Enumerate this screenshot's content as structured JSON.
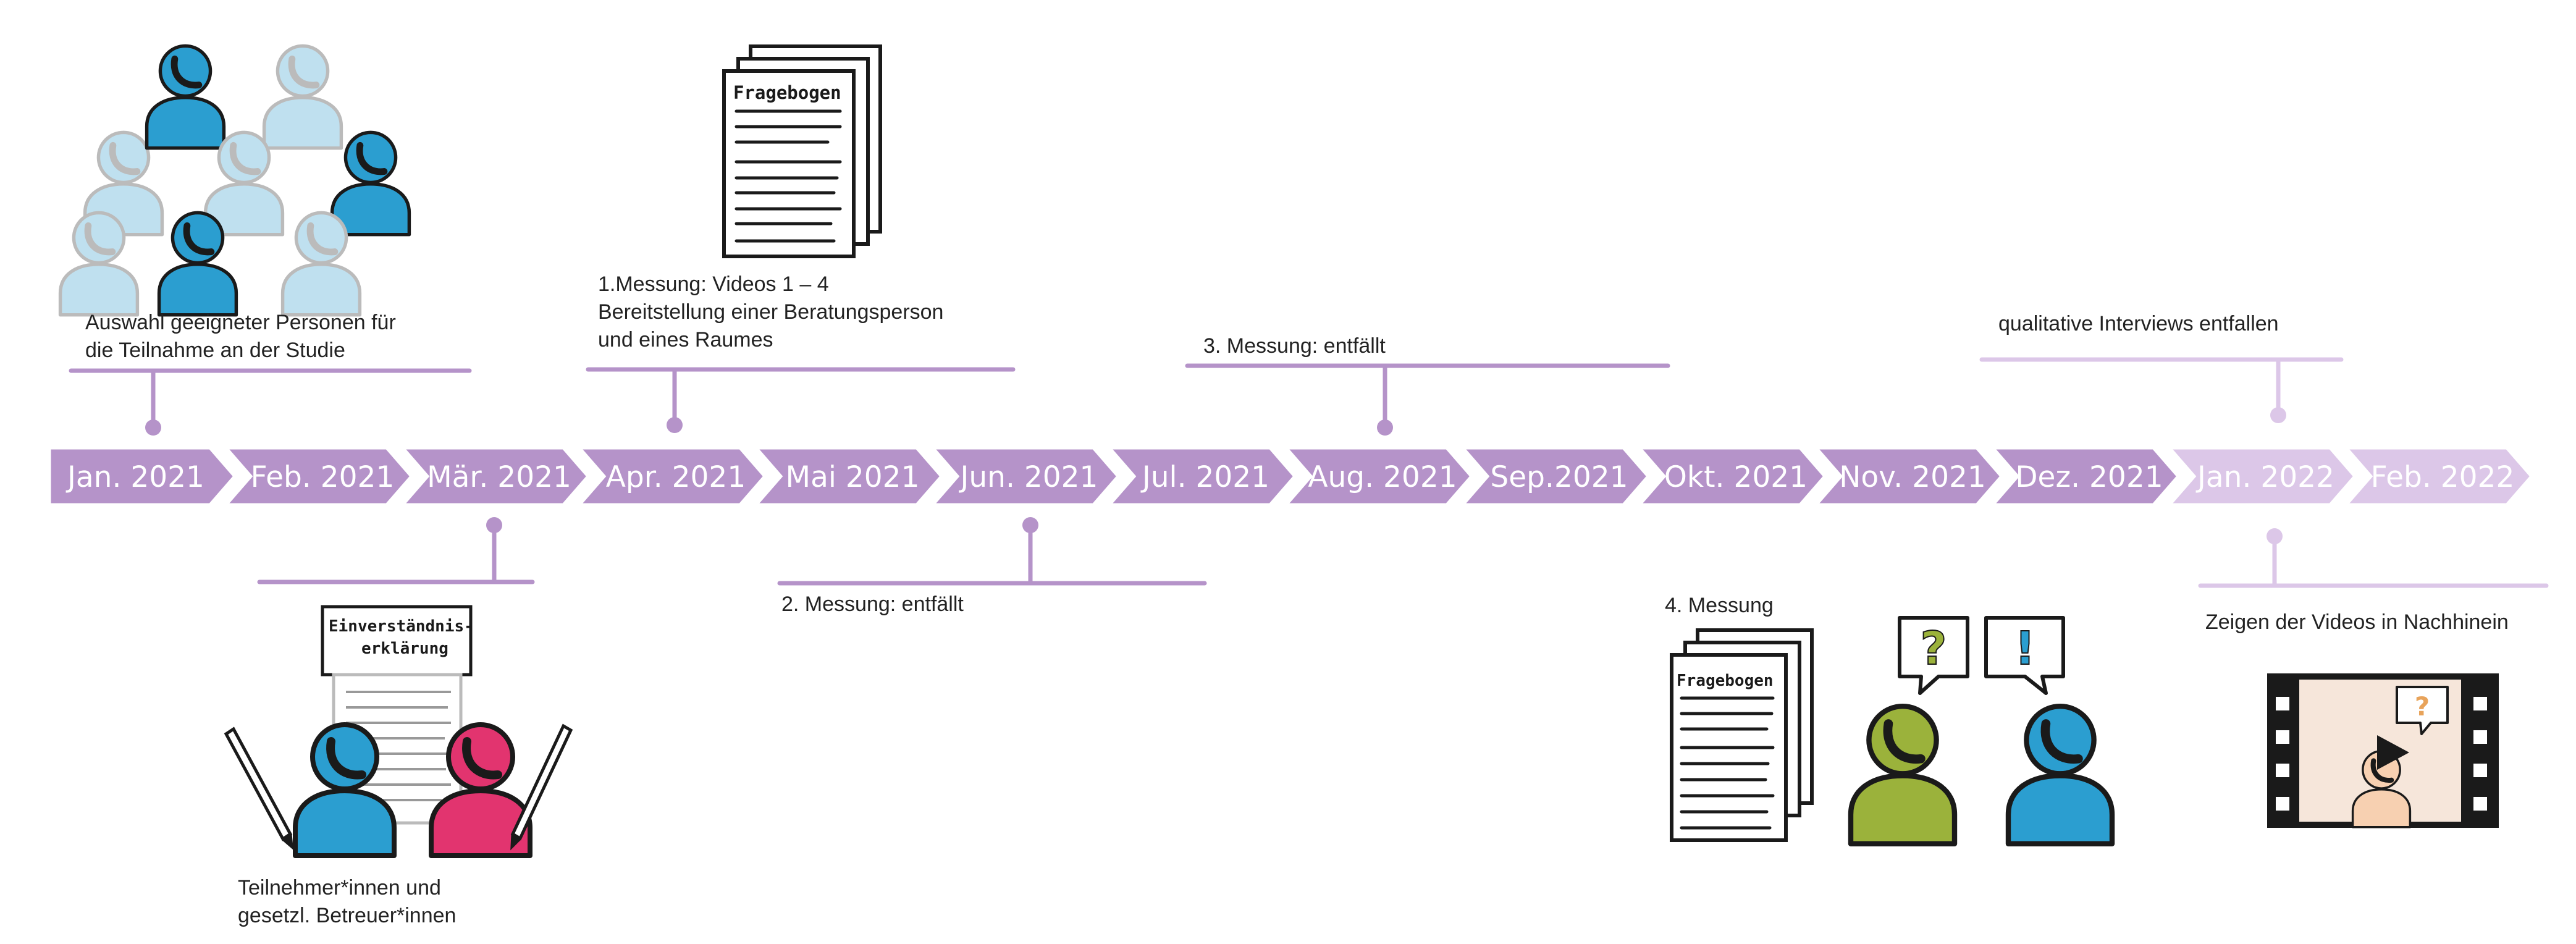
{
  "colors": {
    "purple": "#b593c9",
    "purple_light": "#dcc7e8",
    "blue": "#2b9ed0",
    "blue_light": "#bfe0ef",
    "magenta": "#e2346f",
    "green": "#9bb23b",
    "ink": "#1a1a1a",
    "skin": "#f7d0b1",
    "sheet_bg": "#f6e6da"
  },
  "months": [
    {
      "label": "Jan. 2021",
      "faded": false
    },
    {
      "label": "Feb. 2021",
      "faded": false
    },
    {
      "label": "Mär. 2021",
      "faded": false
    },
    {
      "label": "Apr. 2021",
      "faded": false
    },
    {
      "label": "Mai 2021",
      "faded": false
    },
    {
      "label": "Jun. 2021",
      "faded": false
    },
    {
      "label": "Jul. 2021",
      "faded": false
    },
    {
      "label": "Aug. 2021",
      "faded": false
    },
    {
      "label": "Sep.2021",
      "faded": false
    },
    {
      "label": "Okt. 2021",
      "faded": false
    },
    {
      "label": "Nov. 2021",
      "faded": false
    },
    {
      "label": "Dez. 2021",
      "faded": false
    },
    {
      "label": "Jan. 2022",
      "faded": true
    },
    {
      "label": "Feb. 2022",
      "faded": true
    }
  ],
  "events": {
    "selection": {
      "text": "Auswahl geeigneter Personen für\ndie Teilnahme an der Studie",
      "month": "Jan. 2021"
    },
    "consent": {
      "text": "Teilnehmer*innen und\ngesetzl. Betreuer*innen",
      "month": "Mär. 2021",
      "doc_title_1": "Einverständnis-",
      "doc_title_2": "erklärung"
    },
    "measurement_1": {
      "text": "1.Messung:  Videos 1 – 4\nBereitstellung einer Beratungsperson\nund eines Raumes",
      "month": "Apr. 2021",
      "doc_title": "Fragebogen"
    },
    "measurement_2": {
      "text": "2. Messung:  entfällt",
      "month": "Jun. 2021"
    },
    "measurement_3": {
      "text": "3. Messung: entfällt",
      "month": "Aug. 2021"
    },
    "measurement_4": {
      "text": "4. Messung",
      "month": "Dez. 2021",
      "doc_title": "Fragebogen",
      "bubble_question": "?",
      "bubble_exclamation": "!"
    },
    "interviews": {
      "text": "qualitative Interviews entfallen",
      "month": "Jan. 2022"
    },
    "videos_shown": {
      "text": "Zeigen der Videos  in Nachhinein",
      "month": "Jan. 2022",
      "bubble": "?"
    }
  }
}
